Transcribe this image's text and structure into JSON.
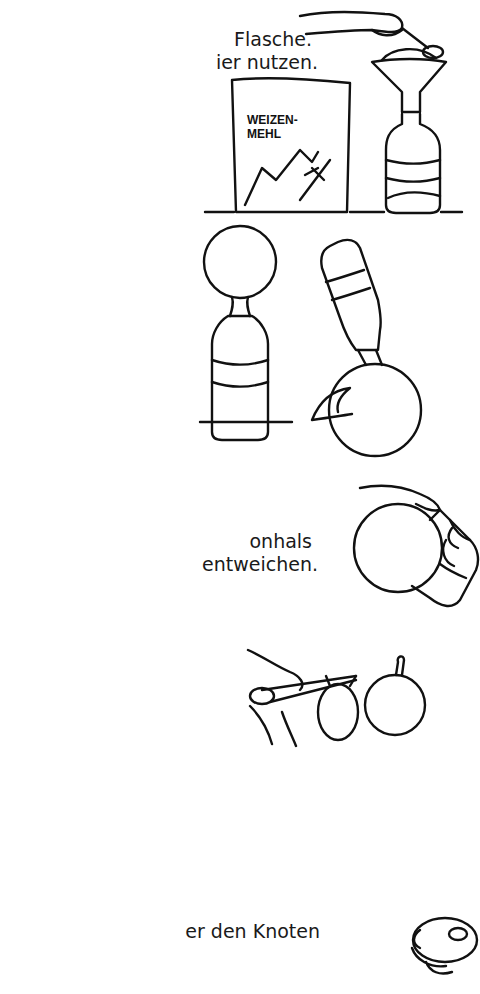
{
  "diagram": {
    "labels": [
      "Flasche.",
      "ier nutzen.",
      "WEIZEN-",
      "MEHL",
      "onhals",
      "entweichen.",
      "er den Knoten"
    ]
  }
}
